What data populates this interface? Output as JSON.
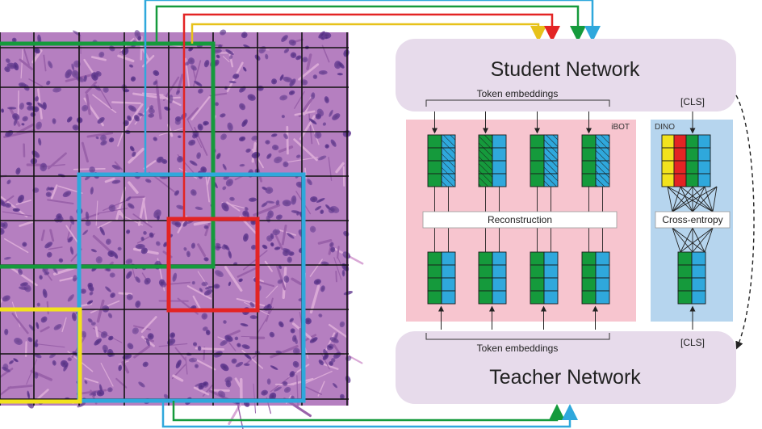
{
  "diagram": {
    "student_title": "Student Network",
    "teacher_title": "Teacher Network",
    "token_embeddings_top": "Token embeddings",
    "token_embeddings_bottom": "Token embeddings",
    "cls_top": "[CLS]",
    "cls_bottom": "[CLS]",
    "ibot_label": "iBOT",
    "dino_label": "DINO",
    "reconstruction_label": "Reconstruction",
    "cross_entropy_label": "Cross-entropy"
  },
  "colors": {
    "green": "#159a3c",
    "blue": "#2fa8dc",
    "red": "#e32424",
    "yellow": "#f2e21d",
    "ibot_bg": "#f7c5cf",
    "dino_bg": "#b6d5ee",
    "network_bg": "#e7dbeb",
    "tissue_bg": "#b57fc0"
  }
}
